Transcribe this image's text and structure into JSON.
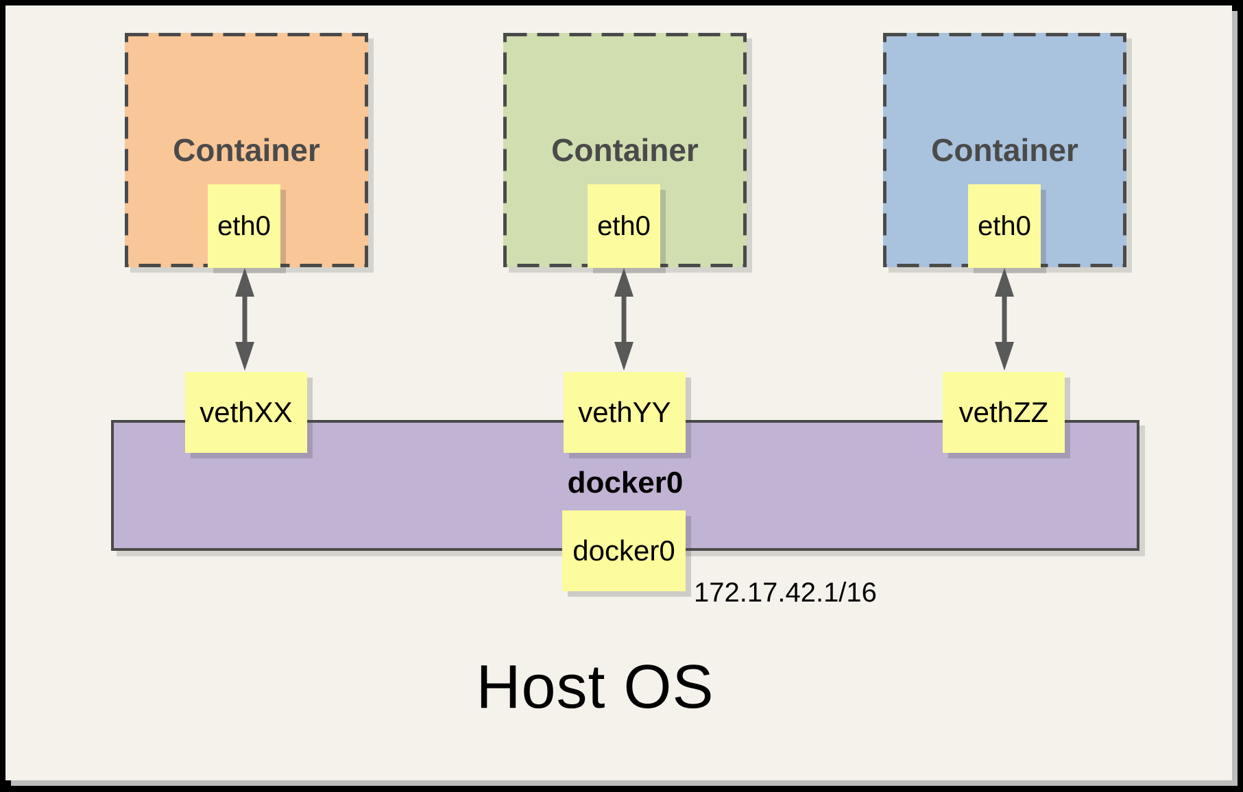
{
  "diagram": {
    "containers": [
      {
        "label": "Container",
        "interface": "eth0",
        "veth": "vethXX",
        "fill": "#F9C697"
      },
      {
        "label": "Container",
        "interface": "eth0",
        "veth": "vethYY",
        "fill": "#D0DEB0"
      },
      {
        "label": "Container",
        "interface": "eth0",
        "veth": "vethZZ",
        "fill": "#A9C2DE"
      }
    ],
    "bridge": {
      "label": "docker0",
      "interface_label": "docker0",
      "ip": "172.17.42.1/16",
      "fill": "#C1B3D3"
    },
    "host": {
      "label": "Host OS"
    },
    "colors": {
      "note_yellow": "#FCFB9D",
      "panel_background": "#F4F2EB",
      "frame": "#000000",
      "line_gray": "#4A4A4A",
      "arrow_gray": "#595959"
    }
  }
}
